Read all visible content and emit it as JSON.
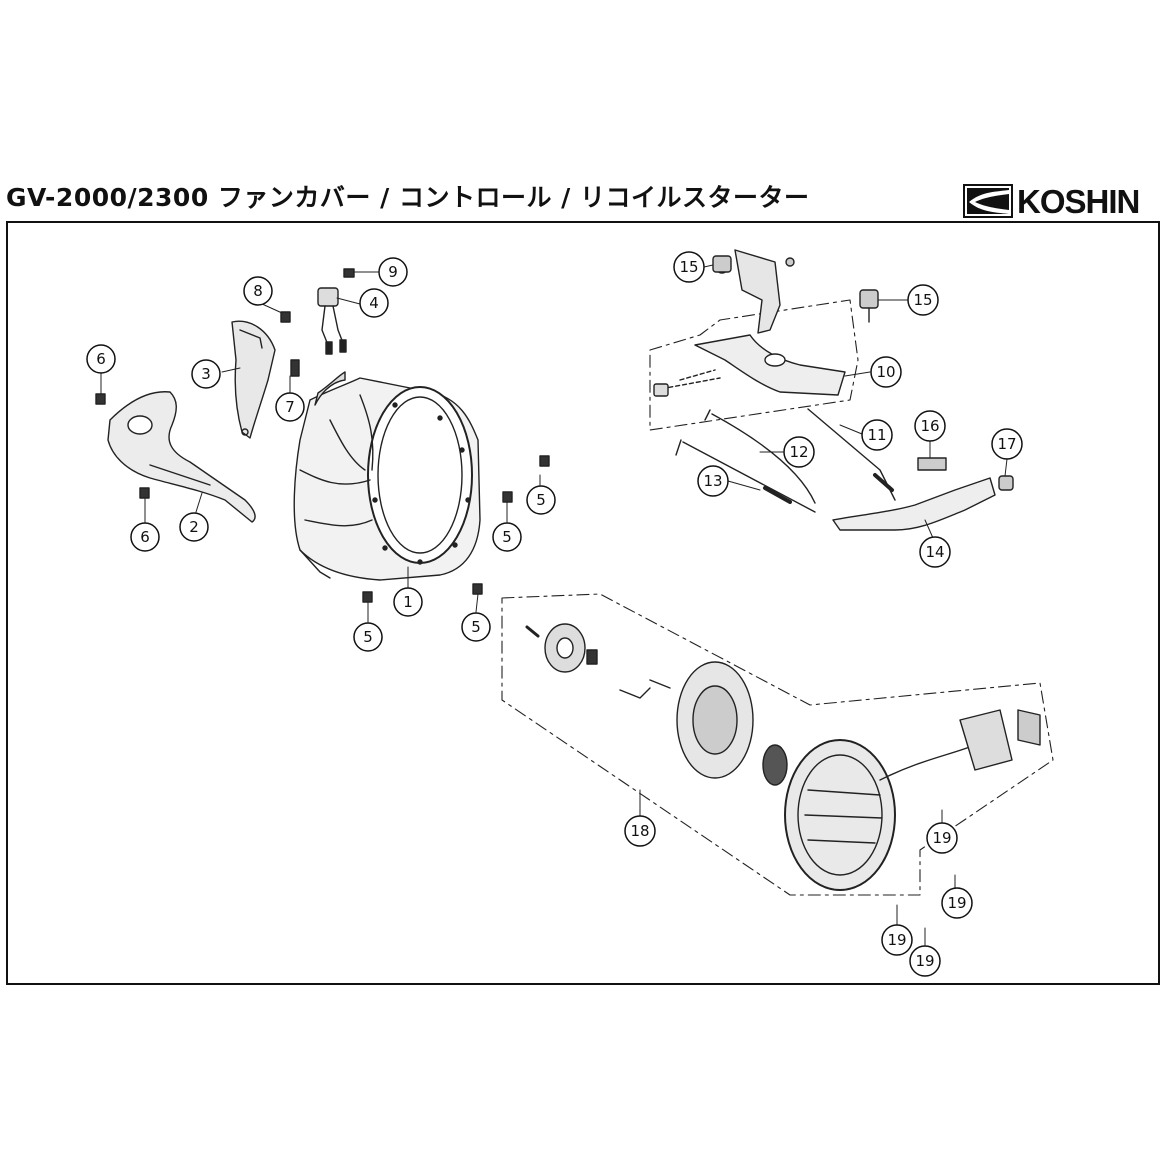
{
  "header": {
    "title": "GV-2000/2300 ファンカバー / コントロール / リコイルスターター",
    "brand": "KOSHIN"
  },
  "callouts": [
    {
      "id": "c1",
      "label": "1"
    },
    {
      "id": "c2",
      "label": "2"
    },
    {
      "id": "c3",
      "label": "3"
    },
    {
      "id": "c4",
      "label": "4"
    },
    {
      "id": "c5a",
      "label": "5"
    },
    {
      "id": "c5b",
      "label": "5"
    },
    {
      "id": "c5c",
      "label": "5"
    },
    {
      "id": "c5d",
      "label": "5"
    },
    {
      "id": "c6a",
      "label": "6"
    },
    {
      "id": "c6b",
      "label": "6"
    },
    {
      "id": "c7",
      "label": "7"
    },
    {
      "id": "c8",
      "label": "8"
    },
    {
      "id": "c9",
      "label": "9"
    },
    {
      "id": "c10",
      "label": "10"
    },
    {
      "id": "c11",
      "label": "11"
    },
    {
      "id": "c12",
      "label": "12"
    },
    {
      "id": "c13",
      "label": "13"
    },
    {
      "id": "c14",
      "label": "14"
    },
    {
      "id": "c15a",
      "label": "15"
    },
    {
      "id": "c15b",
      "label": "15"
    },
    {
      "id": "c16",
      "label": "16"
    },
    {
      "id": "c17",
      "label": "17"
    },
    {
      "id": "c18",
      "label": "18"
    },
    {
      "id": "c19a",
      "label": "19"
    },
    {
      "id": "c19b",
      "label": "19"
    },
    {
      "id": "c19c",
      "label": "19"
    },
    {
      "id": "c19d",
      "label": "19"
    }
  ]
}
